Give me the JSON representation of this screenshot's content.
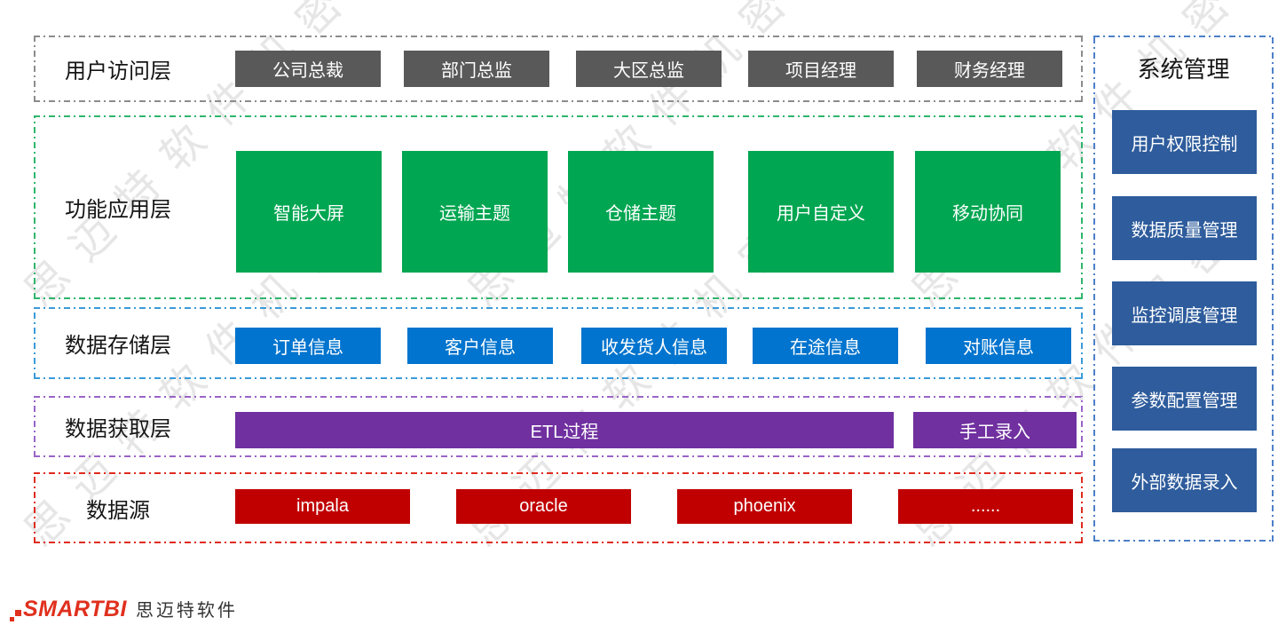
{
  "watermark": {
    "text": "思迈特软件机密"
  },
  "layers": [
    {
      "id": "user-access",
      "label": "用户访问层",
      "items": [
        "公司总裁",
        "部门总监",
        "大区总监",
        "项目经理",
        "财务经理"
      ]
    },
    {
      "id": "function-app",
      "label": "功能应用层",
      "items": [
        "智能大屏",
        "运输主题",
        "仓储主题",
        "用户自定义",
        "移动协同"
      ]
    },
    {
      "id": "data-storage",
      "label": "数据存储层",
      "items": [
        "订单信息",
        "客户信息",
        "收发货人信息",
        "在途信息",
        "对账信息"
      ]
    },
    {
      "id": "data-acquisition",
      "label": "数据获取层",
      "items": [
        "ETL过程",
        "手工录入"
      ]
    },
    {
      "id": "data-source",
      "label": "数据源",
      "items": [
        "impala",
        "oracle",
        "phoenix",
        "......"
      ]
    }
  ],
  "sidebar": {
    "title": "系统管理",
    "items": [
      "用户权限控制",
      "数据质量管理",
      "监控调度管理",
      "参数配置管理",
      "外部数据录入"
    ]
  },
  "footer": {
    "brand": "SMARTBI",
    "company": "思迈特软件"
  },
  "colors": {
    "user_node": "#595959",
    "app_node": "#00a651",
    "storage_node": "#0074ce",
    "acquire_node": "#7030a0",
    "source_node": "#c00000",
    "sidebar_node": "#2e5c9c",
    "user_border": "#8c8c8c",
    "app_border": "#2fb56b",
    "storage_border": "#3a9ad9",
    "acquire_border": "#9a64c8",
    "source_border": "#e02b20",
    "sidebar_border": "#4d7fc8",
    "brand_red": "#e0301e"
  }
}
